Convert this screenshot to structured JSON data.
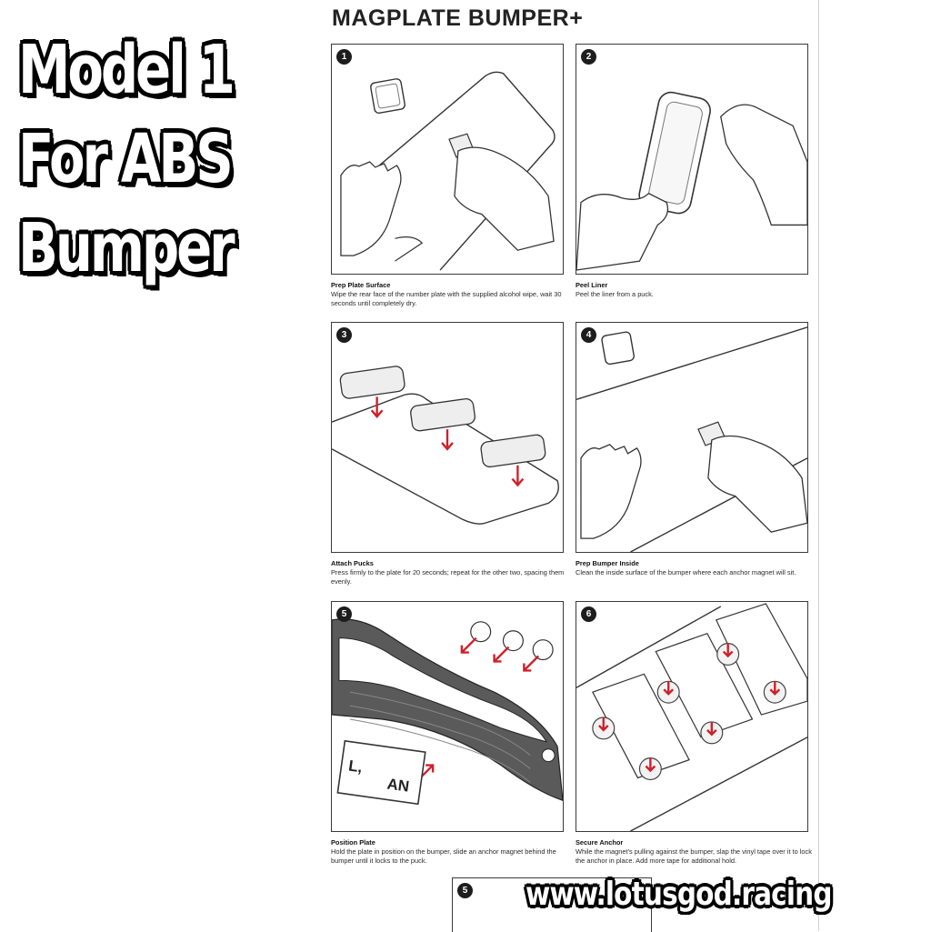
{
  "overlay": {
    "title_lines": [
      "Model 1",
      "For ABS",
      "Bumper"
    ],
    "url": "www.lotusgod.racing"
  },
  "document": {
    "title": "MAGPLATE BUMPER+",
    "steps": [
      {
        "number": "1",
        "title": "Prep Plate Surface",
        "body": "Wipe the rear face of the number plate with the supplied alcohol wipe, wait 30 seconds until completely dry."
      },
      {
        "number": "2",
        "title": "Peel Liner",
        "body": "Peel the liner from a puck."
      },
      {
        "number": "3",
        "title": "Attach Pucks",
        "body": "Press firmly to the plate for 20 seconds; repeat for the other two, spacing them evenly."
      },
      {
        "number": "4",
        "title": "Prep Bumper Inside",
        "body": "Clean the inside surface of the bumper where each anchor magnet will sit."
      },
      {
        "number": "5",
        "title": "Position Plate",
        "body": "Hold the plate in position on the bumper, slide an anchor magnet behind the bumper until it locks to the puck."
      },
      {
        "number": "6",
        "title": "Secure Anchor",
        "body": "While the magnet’s pulling against the bumper, slap the vinyl tape over it to lock the anchor in place. Add more tape for additional hold."
      }
    ],
    "next_step_number": "5",
    "plate_text_left": "L,",
    "plate_text_right": "AN"
  },
  "colors": {
    "arrow": "#d0202a",
    "line": "#333333",
    "bumper": "#555555"
  }
}
